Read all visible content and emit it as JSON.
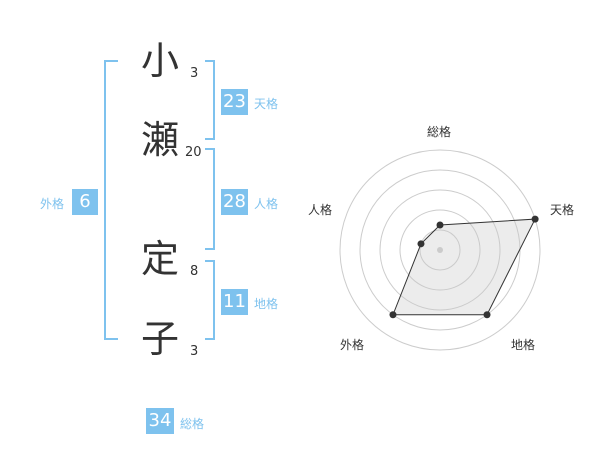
{
  "name_chars": [
    {
      "char": "小",
      "strokes": "3"
    },
    {
      "char": "瀬",
      "strokes": "20"
    },
    {
      "char": "定",
      "strokes": "8"
    },
    {
      "char": "子",
      "strokes": "3"
    }
  ],
  "fortunes": {
    "tenkaku": {
      "value": "23",
      "label": "天格"
    },
    "jinkaku": {
      "value": "28",
      "label": "人格"
    },
    "chikaku": {
      "value": "11",
      "label": "地格"
    },
    "gaikaku": {
      "value": "6",
      "label": "外格"
    },
    "soukaku": {
      "value": "34",
      "label": "総格"
    }
  },
  "radar": {
    "labels": {
      "top": "総格",
      "top_right": "天格",
      "bottom_right": "地格",
      "bottom_left": "外格",
      "top_left": "人格"
    },
    "values": [
      0.25,
      1.0,
      0.8,
      0.8,
      0.2
    ]
  },
  "colors": {
    "accent": "#7ec2ee",
    "text": "#333333"
  }
}
